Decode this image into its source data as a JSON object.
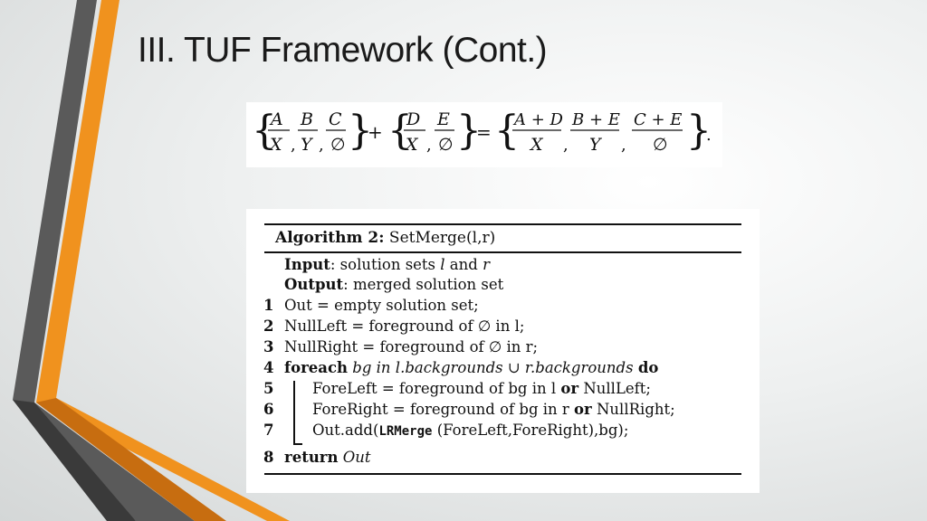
{
  "slide": {
    "title": "III. TUF Framework (Cont.)"
  },
  "equation": {
    "lhs1": {
      "fracs": [
        {
          "num": "A",
          "den": "X"
        },
        {
          "num": "B",
          "den": "Y"
        },
        {
          "num": "C",
          "den": "∅"
        }
      ]
    },
    "plus": "+",
    "lhs2": {
      "fracs": [
        {
          "num": "D",
          "den": "X"
        },
        {
          "num": "E",
          "den": "∅"
        }
      ]
    },
    "equals": "=",
    "rhs": {
      "fracs": [
        {
          "num": "A + D",
          "den": "X"
        },
        {
          "num": "B + E",
          "den": "Y"
        },
        {
          "num": "C + E",
          "den": "∅"
        }
      ]
    },
    "end": "."
  },
  "algorithm": {
    "label": "Algorithm 2:",
    "name": "SetMerge(l,r)",
    "input_kw": "Input",
    "input_text": ": solution sets ",
    "input_l": "l",
    "input_and": " and ",
    "input_r": "r",
    "output_kw": "Output",
    "output_text": ": merged solution set",
    "lines": [
      {
        "num": "1",
        "text": "Out = empty solution set;"
      },
      {
        "num": "2",
        "text": "NullLeft = foreground of ∅ in l;"
      },
      {
        "num": "3",
        "text": "NullRight = foreground of ∅ in r;"
      },
      {
        "num": "4",
        "kw": "foreach",
        "var": " bg in l.backgrounds ∪ r.backgrounds ",
        "kw2": "do"
      },
      {
        "num": "5",
        "text": "ForeLeft = foreground of bg in l ",
        "kw": "or",
        "text2": " NullLeft;"
      },
      {
        "num": "6",
        "text": "ForeRight = foreground of bg in r ",
        "kw": "or",
        "text2": " NullRight;"
      },
      {
        "num": "7",
        "text": "Out.add(",
        "mono": "LRMerge",
        "text2": " (ForeLeft,ForeRight),bg);"
      },
      {
        "num": "8",
        "kw": "return",
        "var": " Out"
      }
    ]
  }
}
